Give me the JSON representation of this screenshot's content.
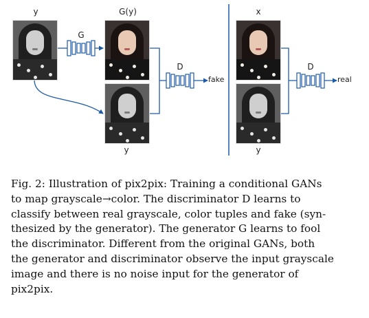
{
  "figure": {
    "labels": {
      "input_top": "y",
      "generated": "G(y)",
      "input_bottom": "y",
      "real_color": "x",
      "input_right_bottom": "y",
      "generator": "G",
      "discriminator_left": "D",
      "discriminator_right": "D",
      "output_fake": "fake",
      "output_real": "real"
    },
    "colors": {
      "arrow": "#1f5aa6",
      "divider": "#1f5aa6"
    }
  },
  "caption": {
    "lines": [
      "Fig. 2: Illustration of pix2pix: Training a conditional GANs",
      "to map grayscale→color. The discriminator D learns to",
      "classify between real grayscale, color tuples and fake (syn-",
      "thesized by the generator). The generator G learns to fool",
      "the discriminator. Different from the original GANs, both",
      "the generator and discriminator observe the input grayscale",
      "image and there is no noise input for the generator of",
      "pix2pix."
    ]
  }
}
